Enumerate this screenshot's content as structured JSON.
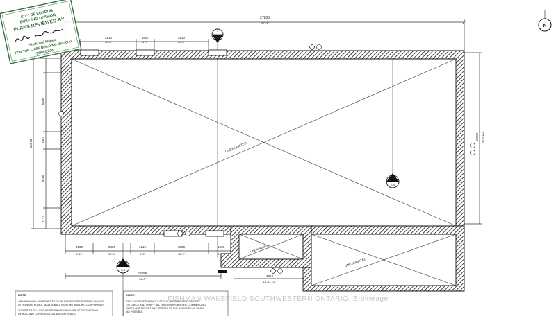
{
  "stamp": {
    "line1": "CITY OF LONDON",
    "line2": "BUILDING DIVISION",
    "line3": "PLANS REVIEWED BY",
    "reviewer": "Shahrzad Majlesi",
    "official": "FOR THE CHIEF BUILDING OFFICIAL",
    "date": "06/05/2024"
  },
  "dimensions": {
    "overall_width": "27803",
    "overall_width_imp": "91'-3\"",
    "top_segments": [
      {
        "metric": "3810",
        "imp": "12'-6\""
      },
      {
        "metric": "1607",
        "imp": "5'-3\""
      },
      {
        "metric": "3810",
        "imp": "12'-6\""
      }
    ],
    "left_segments": [
      "3048",
      "1067",
      "3048",
      "2134"
    ],
    "left_overall": "10973",
    "right_overall": "10982",
    "right_overall_imp": "36'-0 1/2\"",
    "bottom_segments": [
      {
        "metric": "1500",
        "imp": "4'-11\""
      },
      {
        "metric": "3880",
        "imp": "12'-9\""
      },
      {
        "metric": "1219",
        "imp": "4'-0\""
      },
      {
        "metric": "3880",
        "imp": "12'-9\""
      },
      {
        "metric": "1500",
        "imp": "4'-11\""
      }
    ],
    "bottom_left_overall": "12055",
    "bottom_left_overall_imp": "40'-0\"",
    "bottom_right_overall": "4864",
    "bottom_right_overall_imp": "15'-11 1/2\""
  },
  "rooms": {
    "main": "UNEXCAVATED",
    "small_left": "UNEXCAVATED",
    "small_right": "UNEXCAVATED"
  },
  "section_markers": [
    {
      "num": "3",
      "sheet": "S-4"
    },
    {
      "num": "2",
      "sheet": "S-4"
    },
    {
      "num": "1",
      "sheet": "S-4"
    }
  ],
  "notes": {
    "left_title": "NOTE:",
    "left_line1": "- ALL BUILDING COMPONENTS TO BE CONSIDERED EXISTING UNLESS",
    "left_line2": "OTHERWISE NOTED. MAINTAIN ALL EXISTING BUILDING COMPONENTS.",
    "left_line3": "- REFER TO SP-1 FOR ADDITIONAL DETAILS AND SPECIFICATIONS",
    "left_line4": "OF BUILDING CONSTRUCTION AND MATERIALS.",
    "right_title": "NOTE:",
    "right_line1": "IT IS THE RESPONSIBILITY OF THE GENERAL CONTRACTOR",
    "right_line2": "TO CHECK AND VERIFY ALL DIMENSIONS BEFORE COMMENCING",
    "right_line3": "WORK AND REPORT ANY ERRORS TO THE DESIGNER AS SOON",
    "right_line4": "AS POSSIBLE"
  },
  "watermark": "FISHMAN-WAKEFIELD SOUTHWESTERN ONTARIO, Brokerage",
  "north_label": "N"
}
